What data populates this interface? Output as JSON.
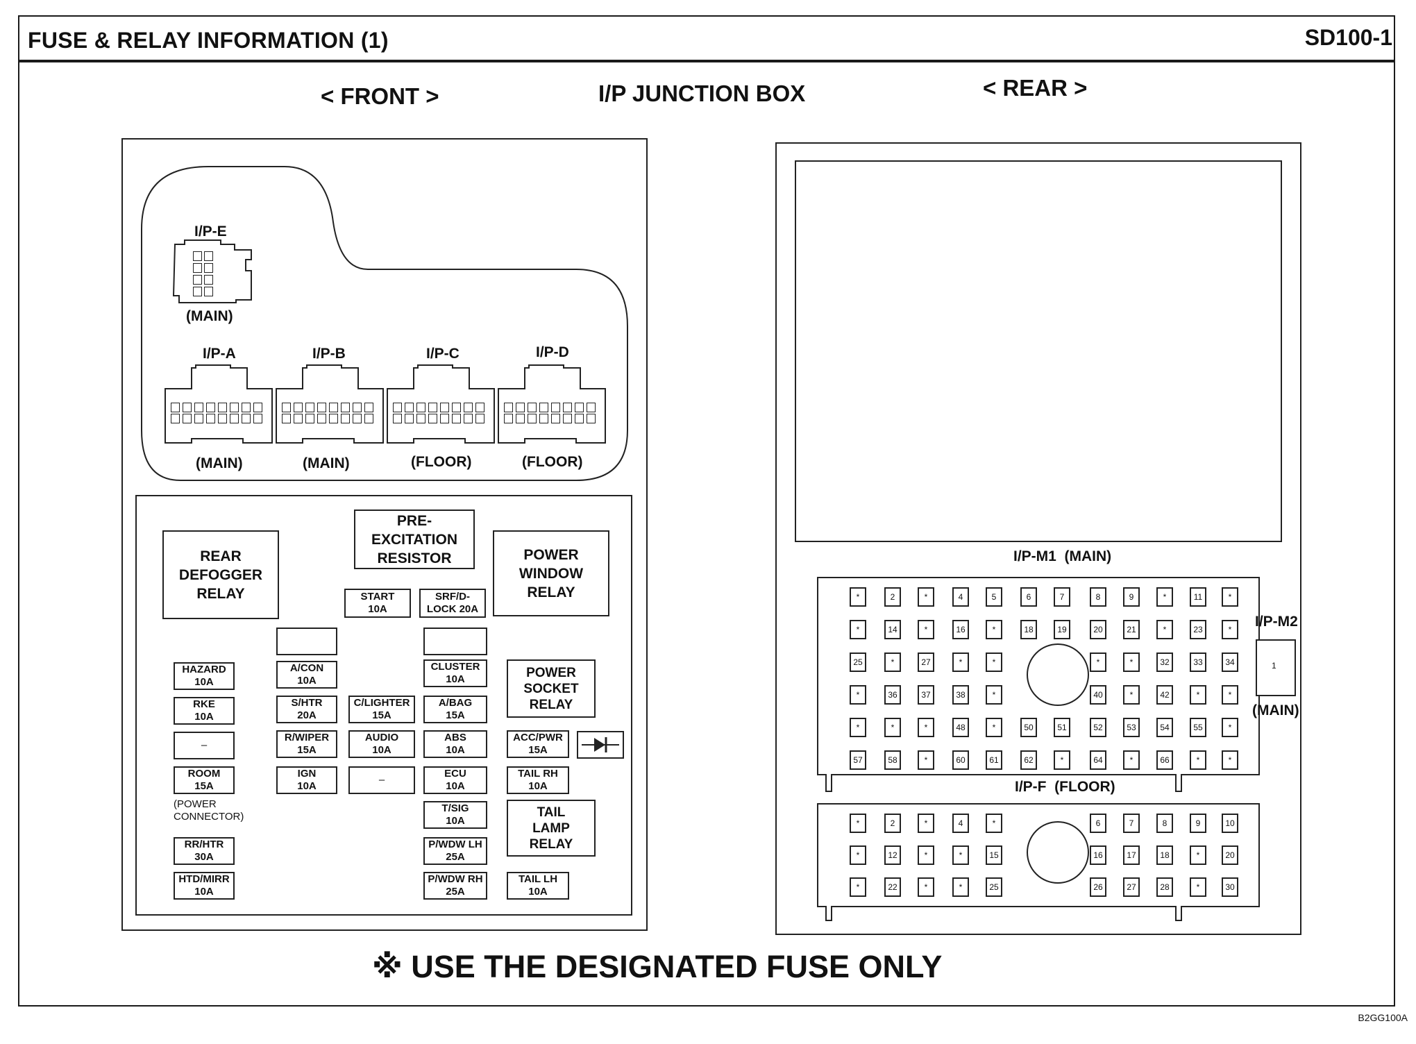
{
  "header": {
    "title": "FUSE & RELAY INFORMATION (1)",
    "code": "SD100-1"
  },
  "headings": {
    "front": "< FRONT >",
    "center": "I/P JUNCTION BOX",
    "rear": "< REAR >"
  },
  "front": {
    "connectors": {
      "ipe": {
        "name": "I/P-E",
        "type": "(MAIN)"
      },
      "ipa": {
        "name": "I/P-A",
        "type": "(MAIN)"
      },
      "ipb": {
        "name": "I/P-B",
        "type": "(MAIN)"
      },
      "ipc": {
        "name": "I/P-C",
        "type": "(FLOOR)"
      },
      "ipd": {
        "name": "I/P-D",
        "type": "(FLOOR)"
      }
    },
    "relays": {
      "rear_defogger": [
        "REAR",
        "DEFOGGER",
        "RELAY"
      ],
      "pre_excitation": [
        "PRE-",
        "EXCITATION",
        "RESISTOR"
      ],
      "power_window": [
        "POWER",
        "WINDOW",
        "RELAY"
      ],
      "power_socket": [
        "POWER",
        "SOCKET",
        "RELAY"
      ],
      "tail_lamp": [
        "TAIL",
        "LAMP",
        "RELAY"
      ]
    },
    "fuses": {
      "start": [
        "START",
        "10A"
      ],
      "srf_dlock": [
        "SRF/D-",
        "LOCK 20A"
      ],
      "hazard": [
        "HAZARD",
        "10A"
      ],
      "rke": [
        "RKE",
        "10A"
      ],
      "room": [
        "ROOM",
        "15A"
      ],
      "rr_htr": [
        "RR/HTR",
        "30A"
      ],
      "htd_mirr": [
        "HTD/MIRR",
        "10A"
      ],
      "acon": [
        "A/CON",
        "10A"
      ],
      "shtr": [
        "S/HTR",
        "20A"
      ],
      "rwiper": [
        "R/WIPER",
        "15A"
      ],
      "ign": [
        "IGN",
        "10A"
      ],
      "clighter": [
        "C/LIGHTER",
        "15A"
      ],
      "audio": [
        "AUDIO",
        "10A"
      ],
      "cluster": [
        "CLUSTER",
        "10A"
      ],
      "abag": [
        "A/BAG",
        "15A"
      ],
      "abs": [
        "ABS",
        "10A"
      ],
      "ecu": [
        "ECU",
        "10A"
      ],
      "tsig": [
        "T/SIG",
        "10A"
      ],
      "pwdw_lh": [
        "P/WDW LH",
        "25A"
      ],
      "pwdw_rh": [
        "P/WDW RH",
        "25A"
      ],
      "acc_pwr": [
        "ACC/PWR",
        "15A"
      ],
      "tail_rh": [
        "TAIL RH",
        "10A"
      ],
      "tail_lh": [
        "TAIL LH",
        "10A"
      ]
    },
    "power_connector_note": [
      "(POWER",
      "CONNECTOR)"
    ],
    "dash_mark": "–"
  },
  "rear": {
    "ipm1": {
      "name": "I/P-M1",
      "type": "(MAIN)"
    },
    "ipm2": {
      "name": "I/P-M2",
      "type": "(MAIN)",
      "pin": "1"
    },
    "ipf": {
      "name": "I/P-F",
      "type": "(FLOOR)"
    },
    "m1_rows": [
      [
        "*",
        "2",
        "*",
        "4",
        "5",
        "6",
        "7",
        "8",
        "9",
        "*",
        "11",
        "*"
      ],
      [
        "*",
        "14",
        "*",
        "16",
        "*",
        "18",
        "19",
        "20",
        "21",
        "*",
        "23",
        "*"
      ],
      [
        "25",
        "*",
        "27",
        "*",
        "*",
        "",
        "",
        "*",
        "*",
        "32",
        "33",
        "34"
      ],
      [
        "*",
        "36",
        "37",
        "38",
        "*",
        "",
        "",
        "40",
        "*",
        "42",
        "*",
        "*"
      ],
      [
        "*",
        "*",
        "*",
        "48",
        "*",
        "50",
        "51",
        "52",
        "53",
        "54",
        "55",
        "*"
      ],
      [
        "57",
        "58",
        "*",
        "60",
        "61",
        "62",
        "*",
        "64",
        "*",
        "66",
        "*",
        "*"
      ]
    ],
    "f_rows": [
      [
        "*",
        "2",
        "*",
        "4",
        "*",
        "",
        "",
        "6",
        "7",
        "8",
        "9",
        "10"
      ],
      [
        "*",
        "12",
        "*",
        "*",
        "15",
        "",
        "",
        "16",
        "17",
        "18",
        "*",
        "20"
      ],
      [
        "*",
        "22",
        "*",
        "*",
        "25",
        "",
        "",
        "26",
        "27",
        "28",
        "*",
        "30"
      ]
    ]
  },
  "footer": {
    "warning": "※ USE THE DESIGNATED FUSE ONLY",
    "image_code": "B2GG100A"
  }
}
